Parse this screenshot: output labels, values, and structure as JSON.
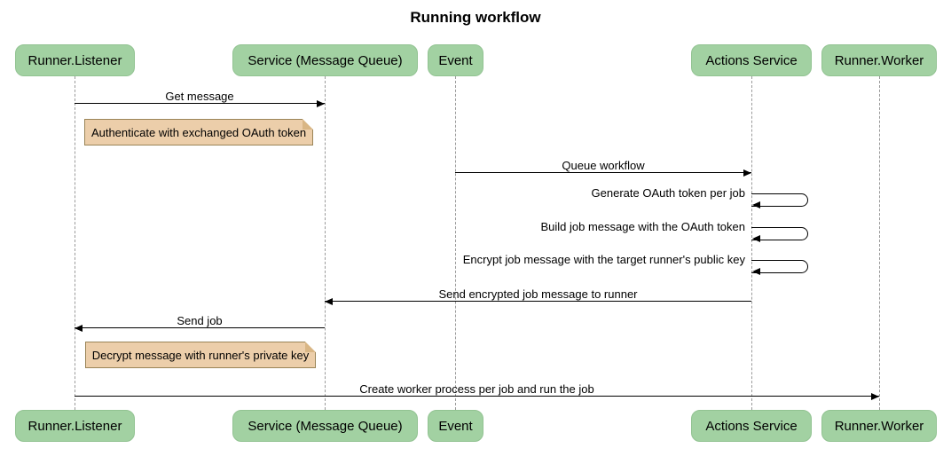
{
  "title": "Running workflow",
  "actors": [
    {
      "id": "runner-listener",
      "label": "Runner.Listener"
    },
    {
      "id": "service-message-queue",
      "label": "Service (Message Queue)"
    },
    {
      "id": "event",
      "label": "Event"
    },
    {
      "id": "actions-service",
      "label": "Actions Service"
    },
    {
      "id": "runner-worker",
      "label": "Runner.Worker"
    }
  ],
  "messages": [
    {
      "label": "Get message",
      "from": "Runner.Listener",
      "to": "Service (Message Queue)",
      "kind": "solid-arrow"
    },
    {
      "label": "Queue workflow",
      "from": "Event",
      "to": "Actions Service",
      "kind": "solid-arrow"
    },
    {
      "label": "Generate OAuth token per job",
      "from": "Actions Service",
      "to": "Actions Service",
      "kind": "self"
    },
    {
      "label": "Build job message with the OAuth token",
      "from": "Actions Service",
      "to": "Actions Service",
      "kind": "self"
    },
    {
      "label": "Encrypt job message with the target runner's public key",
      "from": "Actions Service",
      "to": "Actions Service",
      "kind": "self"
    },
    {
      "label": "Send encrypted job message to runner",
      "from": "Actions Service",
      "to": "Service (Message Queue)",
      "kind": "solid-arrow"
    },
    {
      "label": "Send job",
      "from": "Service (Message Queue)",
      "to": "Runner.Listener",
      "kind": "solid-arrow"
    },
    {
      "label": "Create worker process per job and run the job",
      "from": "Runner.Listener",
      "to": "Runner.Worker",
      "kind": "solid-arrow"
    }
  ],
  "notes": [
    {
      "label": "Authenticate with exchanged OAuth token",
      "position": "right of Runner.Listener"
    },
    {
      "label": "Decrypt message with runner's private key",
      "position": "right of Runner.Listener"
    }
  ],
  "colors": {
    "background": "#ffffff",
    "actor_fill": "#a2d1a2",
    "actor_border": "#92c392",
    "note_fill": "#ecceaa",
    "note_border": "#9a8457",
    "note_fold": "#d9b685",
    "line_color": "#000000",
    "lifeline_color": "#9a9a9a",
    "text_color": "#000000"
  }
}
